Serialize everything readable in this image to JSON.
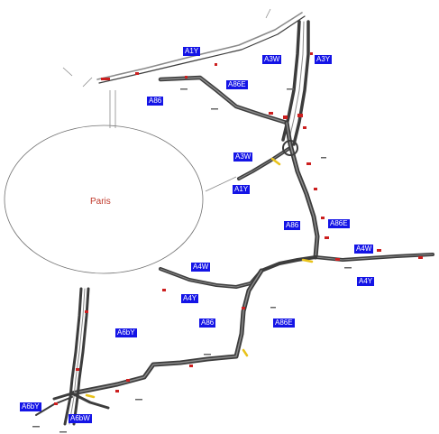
{
  "city": {
    "name": "Paris"
  },
  "road_labels": [
    "A1Y",
    "A3W",
    "A3Y",
    "A86E",
    "A86",
    "A3W",
    "A1Y",
    "A86",
    "A86E",
    "A4W",
    "A4Y",
    "A4W",
    "A4Y",
    "A86",
    "A86E",
    "A6bY",
    "A6bY",
    "A6bW"
  ],
  "colors": {
    "road": "#3c3c3c",
    "road_light": "#8a8a8a",
    "label_bg": "#1414e6",
    "label_text": "#ffffff",
    "incident": "#cc1f1f",
    "highlight": "#e8c21a",
    "city_outline": "#707070"
  }
}
